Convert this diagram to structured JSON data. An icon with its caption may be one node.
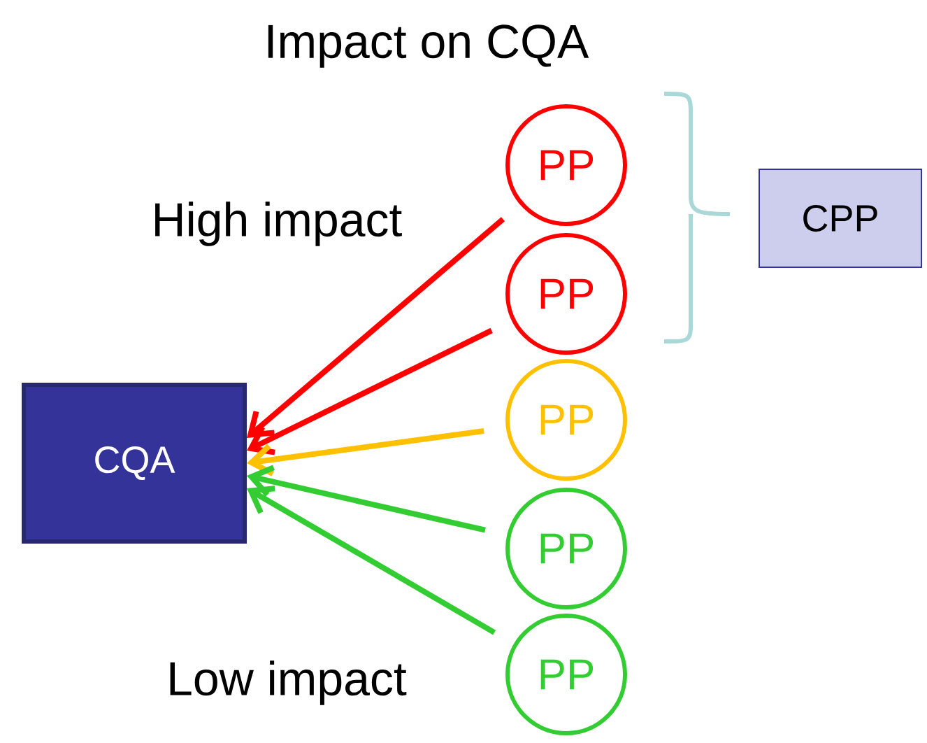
{
  "diagram": {
    "title": "Impact on CQA",
    "nodes": [
      {
        "text": [
          "CQA"
        ]
      },
      {
        "text": [
          "PP"
        ]
      },
      {
        "text": [
          "PP"
        ]
      },
      {
        "text": [
          "PP"
        ]
      },
      {
        "text": [
          "PP"
        ]
      },
      {
        "text": [
          "PP"
        ]
      },
      {
        "text": [
          "CPP"
        ]
      }
    ],
    "edges": [
      {
        "from": 1,
        "to": 0,
        "arrow": "to",
        "color": "#ff0000"
      },
      {
        "from": 2,
        "to": 0,
        "arrow": "to",
        "color": "#ff0000"
      },
      {
        "from": 3,
        "to": 0,
        "arrow": "to",
        "color": "#ffc000"
      },
      {
        "from": 4,
        "to": 0,
        "arrow": "to",
        "color": "#33cc33"
      },
      {
        "from": 5,
        "to": 0,
        "arrow": "to",
        "color": "#33cc33"
      }
    ],
    "labels": [
      "High impact",
      "Low impact"
    ]
  }
}
